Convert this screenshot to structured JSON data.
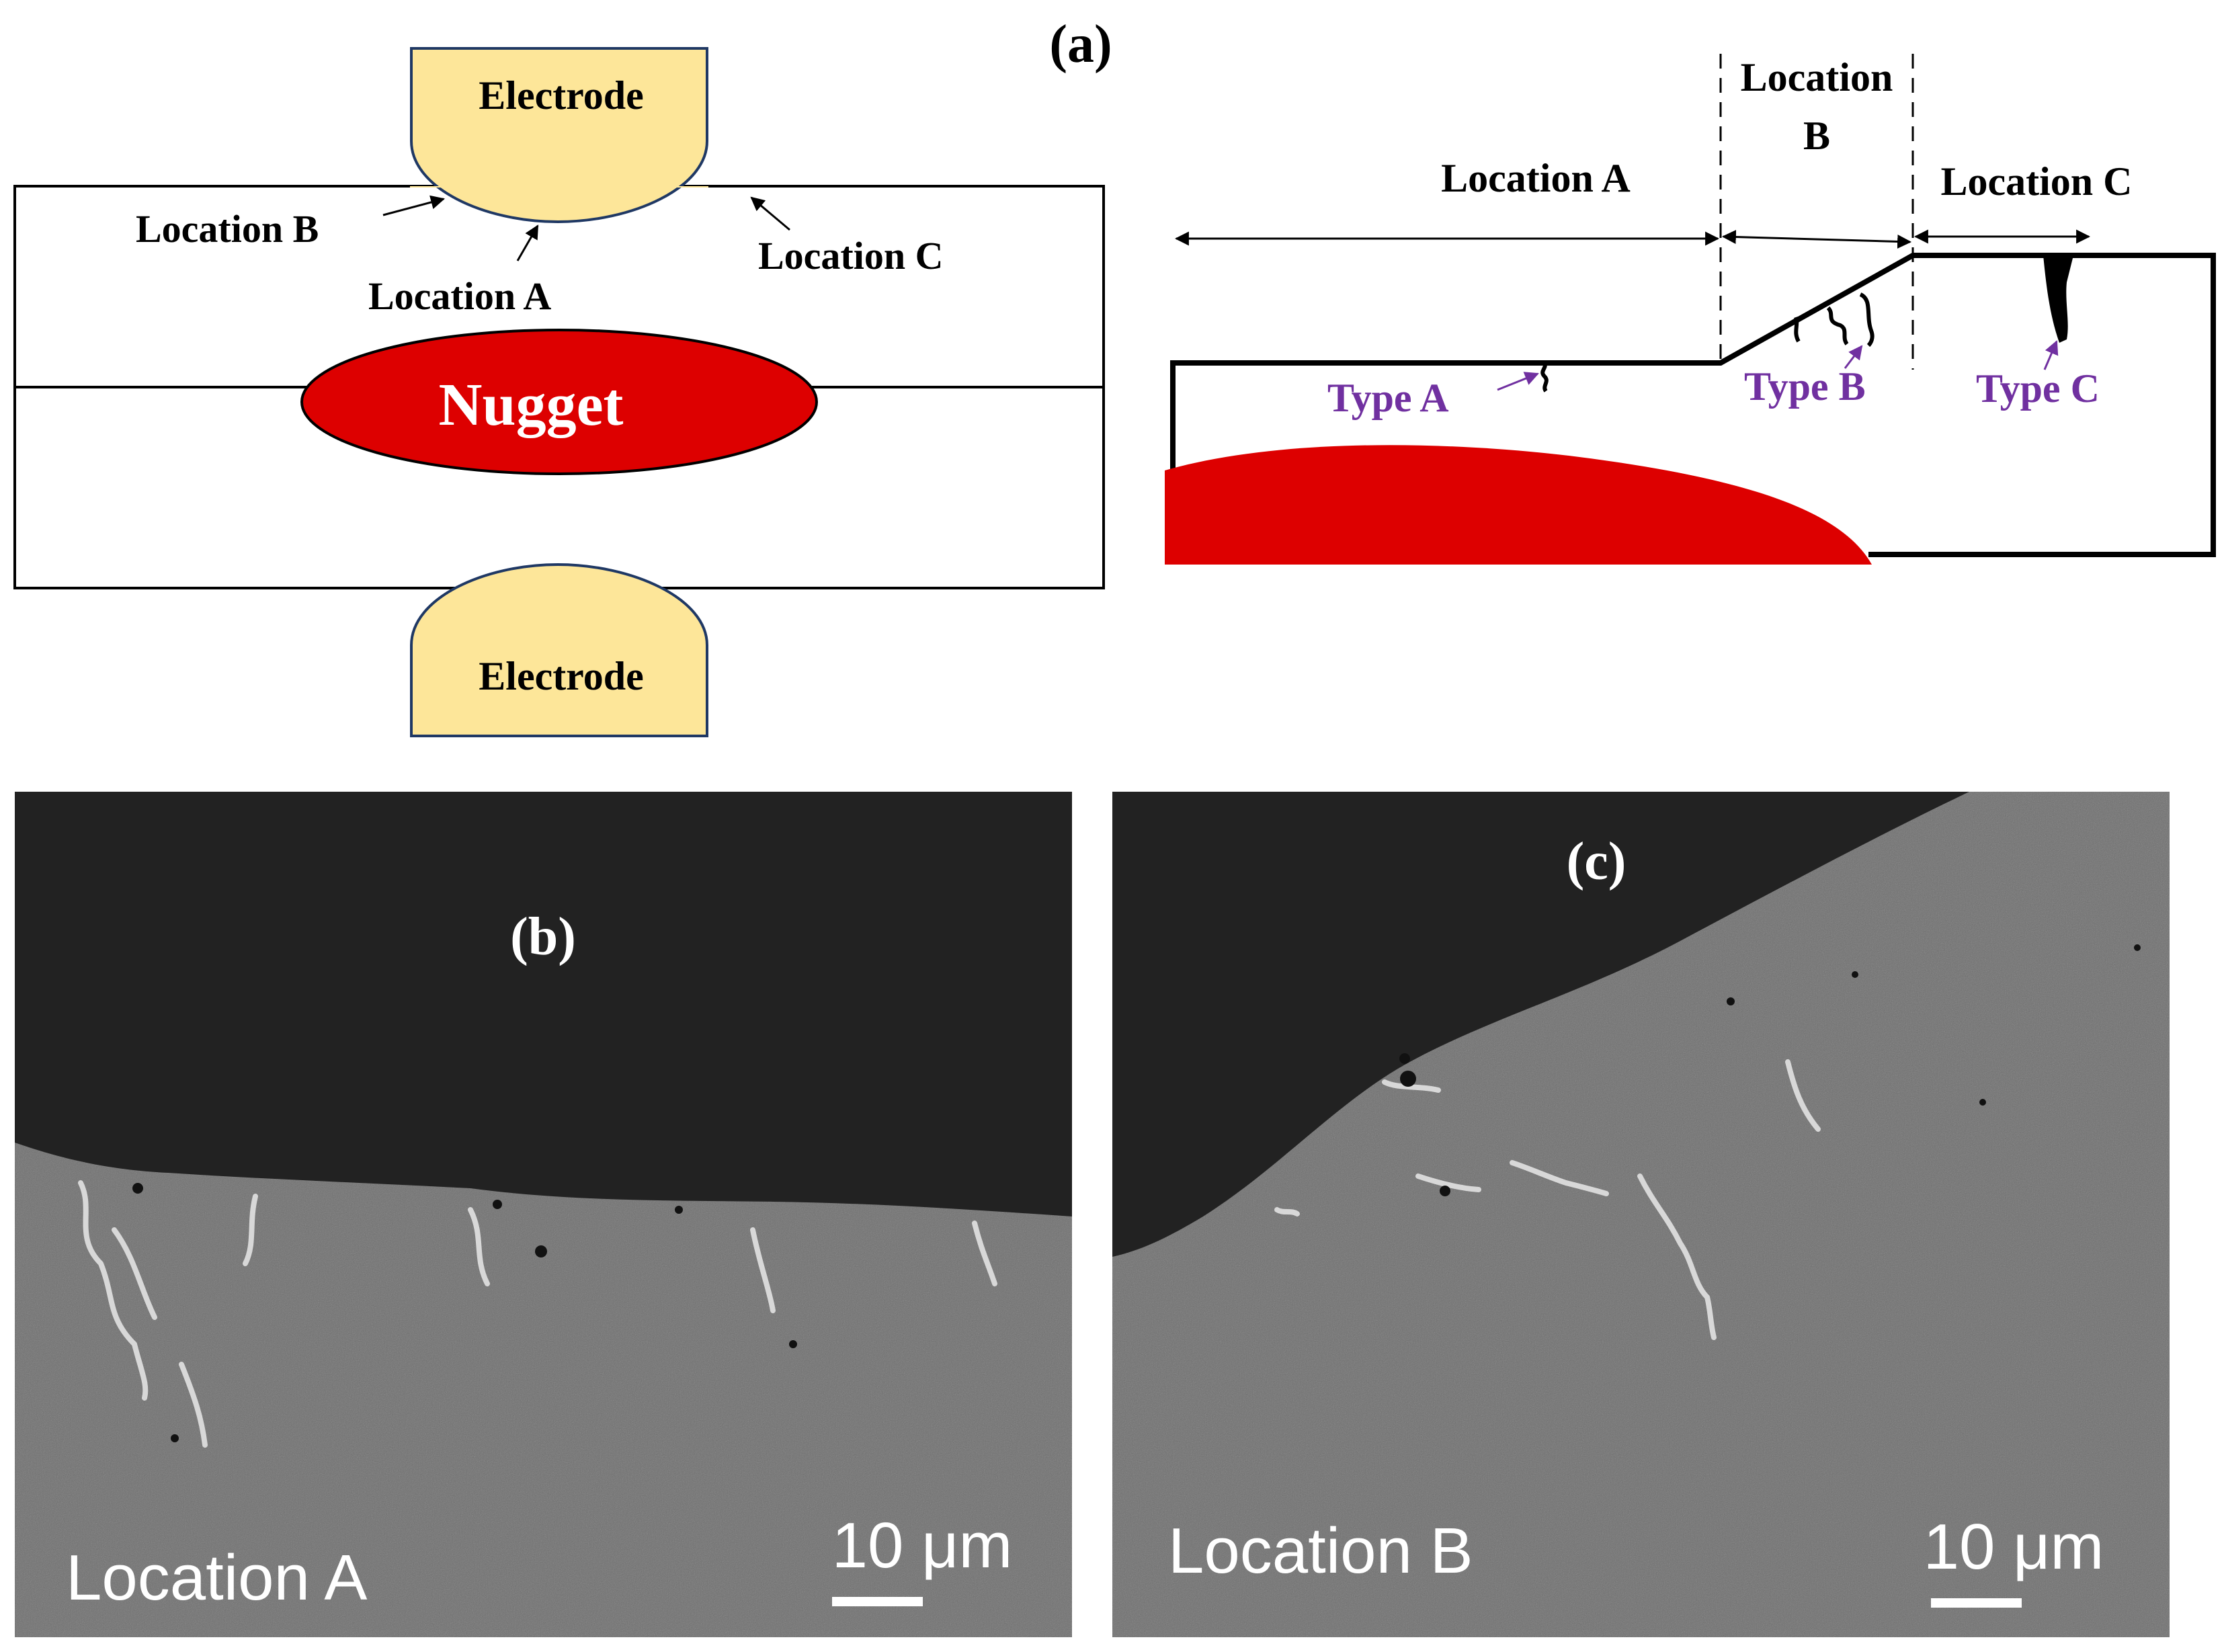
{
  "panel_a": {
    "label": "(a)",
    "schematic": {
      "electrode_top": "Electrode",
      "electrode_bottom": "Electrode",
      "nugget": "Nugget",
      "location_a": "Location A",
      "location_b": "Location B",
      "location_c": "Location C"
    },
    "cross_section": {
      "location_a": "Location A",
      "location_b_line1": "Location",
      "location_b_line2": "B",
      "location_c": "Location C",
      "type_a": "Type A",
      "type_b": "Type B",
      "type_c": "Type C"
    }
  },
  "panel_b": {
    "label": "(b)",
    "location": "Location A",
    "scale_bar": "10 μm"
  },
  "panel_c": {
    "label": "(c)",
    "location": "Location B",
    "scale_bar": "10 μm"
  },
  "colors": {
    "electrode_fill": "#fde699",
    "nugget_fill": "#dd0000",
    "type_label": "#7030a0",
    "micrograph_void": "#222222",
    "micrograph_matrix": "#6e6e6e"
  }
}
